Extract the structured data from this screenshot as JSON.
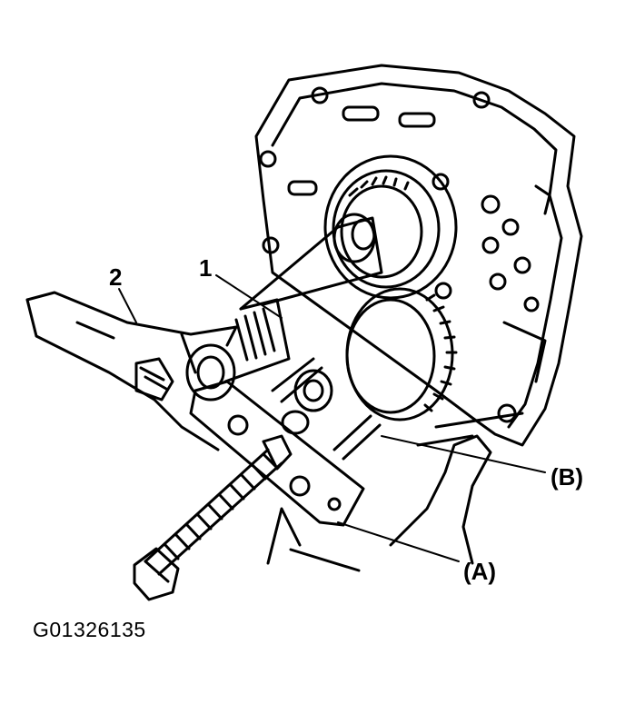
{
  "callouts": {
    "part_1": "1",
    "part_2": "2",
    "part_a": "(A)",
    "part_b": "(B)"
  },
  "figure_id": "G01326135"
}
